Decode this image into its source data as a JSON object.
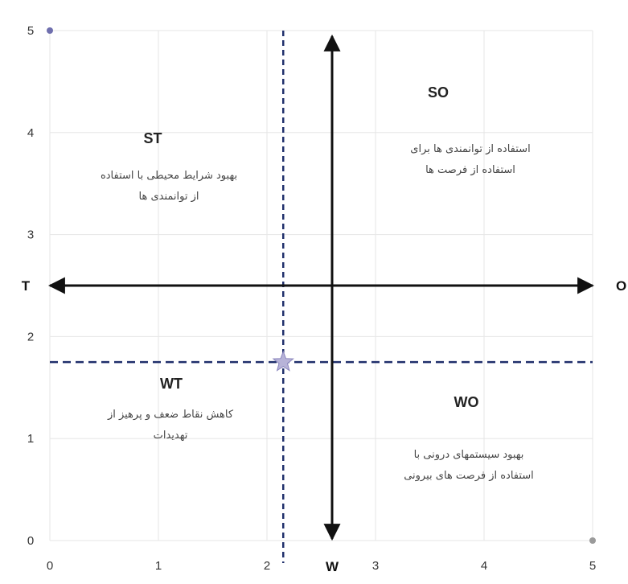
{
  "chart_data": {
    "type": "scatter",
    "x_ticks": [
      "0",
      "1",
      "2",
      "3",
      "4",
      "5"
    ],
    "y_ticks": [
      "0",
      "1",
      "2",
      "3",
      "4",
      "5"
    ],
    "xlim": [
      0,
      5
    ],
    "ylim": [
      0,
      5
    ],
    "grid": true,
    "axis_labels": {
      "left": "T",
      "right": "O",
      "bottom": "W"
    },
    "points": [
      {
        "x": 0,
        "y": 5,
        "marker": "dot",
        "color": "#6f6fae"
      },
      {
        "x": 5,
        "y": 0,
        "marker": "dot",
        "color": "#9a9a9a"
      },
      {
        "x": 2.15,
        "y": 1.75,
        "marker": "star",
        "color": "#b7b3d8"
      }
    ],
    "axes_cross": {
      "x": 2.6,
      "y": 2.5
    },
    "reference_lines": {
      "vertical_x": 2.15,
      "horizontal_y": 1.75,
      "color": "#1f2f6b",
      "style": "dashed"
    },
    "quadrants": [
      {
        "id": "so",
        "title": "SO",
        "text": [
          "استفاده از توانمندی ها برای",
          "استفاده از فرصت ها"
        ]
      },
      {
        "id": "st",
        "title": "ST",
        "text": [
          "بهبود شرایط محیطی با استفاده",
          "از توانمندی ها"
        ]
      },
      {
        "id": "wt",
        "title": "WT",
        "text": [
          "کاهش نقاط ضعف و پرهیز از",
          "تهدیدات"
        ]
      },
      {
        "id": "wo",
        "title": "WO",
        "text": [
          "بهبود سیستمهای درونی با",
          "استفاده از فرصت های بیرونی"
        ]
      }
    ]
  }
}
